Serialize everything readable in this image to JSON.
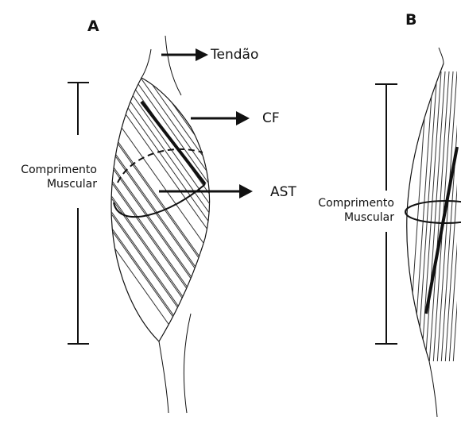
{
  "panels": {
    "a": {
      "letter": "A"
    },
    "b": {
      "letter": "B"
    }
  },
  "labels": {
    "tendon": "Tendão",
    "cf": "CF",
    "ast": "AST",
    "length_a_line1": "Comprimento",
    "length_a_line2": "Muscular",
    "length_b_line1": "Comprimento",
    "length_b_line2": "Muscular"
  },
  "colors": {
    "ink": "#111111",
    "hatch": "#333333",
    "background": "#ffffff"
  }
}
